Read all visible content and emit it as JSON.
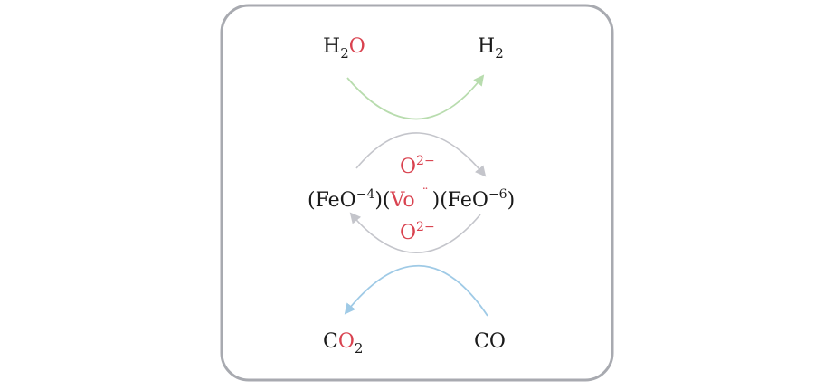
{
  "colors": {
    "frame": "#a8aab0",
    "text": "#1a1a1a",
    "oxygen_red": "#d9424f",
    "arrow_green": "#b8dcae",
    "arrow_gray": "#c4c5cb",
    "arrow_blue": "#9fcae6"
  },
  "top": {
    "left": {
      "h": "H",
      "sub": "2",
      "o": "O"
    },
    "right": {
      "h": "H",
      "sub": "2"
    }
  },
  "center": {
    "o_top": {
      "base": "O",
      "sup": "2−"
    },
    "formula": {
      "open1": "(FeO",
      "sup1": "−4",
      "mid_open": ")(",
      "vo": "Vo",
      "dots": "¨",
      "mid_close": ")(FeO",
      "sup2": "−6",
      "close": ")"
    },
    "o_bottom": {
      "base": "O",
      "sup": "2−"
    }
  },
  "bottom": {
    "left": {
      "c": "C",
      "o": "O",
      "sub": "2"
    },
    "right": {
      "text": "CO"
    }
  },
  "arrows": [
    {
      "name": "green-arrow",
      "from": "H2O",
      "to": "H2",
      "color_key": "arrow_green"
    },
    {
      "name": "gray-arrow-upper",
      "direction": "left-to-right",
      "color_key": "arrow_gray"
    },
    {
      "name": "gray-arrow-lower",
      "direction": "right-to-left",
      "color_key": "arrow_gray"
    },
    {
      "name": "blue-arrow",
      "from": "CO",
      "to": "CO2",
      "color_key": "arrow_blue"
    }
  ]
}
